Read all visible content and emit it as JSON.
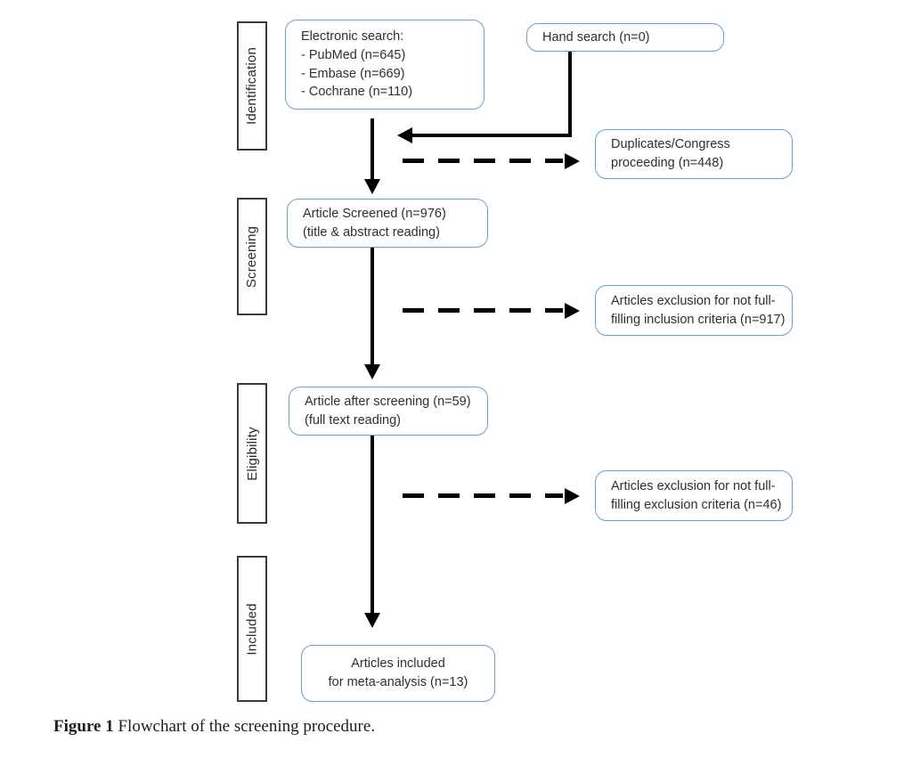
{
  "figure": {
    "caption_bold": "Figure 1",
    "caption_rest": " Flowchart of the screening procedure."
  },
  "colors": {
    "node_border": "#6f9ec5",
    "stage_border": "#3a3a3a",
    "connector": "#000000",
    "text": "#2f2f2f",
    "background": "#ffffff"
  },
  "stages": [
    {
      "id": "identification",
      "label": "Identification"
    },
    {
      "id": "screening",
      "label": "Screening"
    },
    {
      "id": "eligibility",
      "label": "Eligibility"
    },
    {
      "id": "included",
      "label": "Included"
    }
  ],
  "nodes": {
    "electronic_search": "Electronic search:\n- PubMed (n=645)\n- Embase (n=669)\n- Cochrane (n=110)",
    "hand_search": "Hand search (n=0)",
    "duplicates": "Duplicates/Congress\nproceeding (n=448)",
    "article_screened": "Article Screened (n=976)\n(title & abstract reading)",
    "exclusion_inclusion_criteria": "Articles exclusion for not full-\nfilling inclusion criteria (n=917)",
    "article_after_screening": "Article after screening (n=59)\n(full text reading)",
    "exclusion_exclusion_criteria": "Articles exclusion for not full-\nfilling exclusion criteria (n=46)",
    "articles_included": "Articles included\nfor meta-analysis (n=13)"
  },
  "chart_data": {
    "type": "diagram",
    "title": "Flowchart of the screening procedure",
    "diagram_kind": "PRISMA flow diagram",
    "stages": [
      "Identification",
      "Screening",
      "Eligibility",
      "Included"
    ],
    "counts": {
      "pubmed": 645,
      "embase": 669,
      "cochrane": 110,
      "hand_search": 0,
      "duplicates_congress_proceeding": 448,
      "article_screened": 976,
      "excluded_not_fulfilling_inclusion_criteria": 917,
      "article_after_screening": 59,
      "excluded_not_fulfilling_exclusion_criteria": 46,
      "articles_included_meta_analysis": 13
    },
    "flow": [
      {
        "from": "electronic_search",
        "to": "article_screened",
        "style": "solid",
        "direction": "down"
      },
      {
        "from": "hand_search",
        "to": "main_column",
        "style": "solid",
        "direction": "left"
      },
      {
        "from": "main_column",
        "to": "duplicates",
        "style": "dashed",
        "direction": "right"
      },
      {
        "from": "article_screened",
        "to": "article_after_screening",
        "style": "solid",
        "direction": "down"
      },
      {
        "from": "article_screened",
        "to": "exclusion_inclusion_criteria",
        "style": "dashed",
        "direction": "right"
      },
      {
        "from": "article_after_screening",
        "to": "articles_included",
        "style": "solid",
        "direction": "down"
      },
      {
        "from": "article_after_screening",
        "to": "exclusion_exclusion_criteria",
        "style": "dashed",
        "direction": "right"
      }
    ]
  }
}
